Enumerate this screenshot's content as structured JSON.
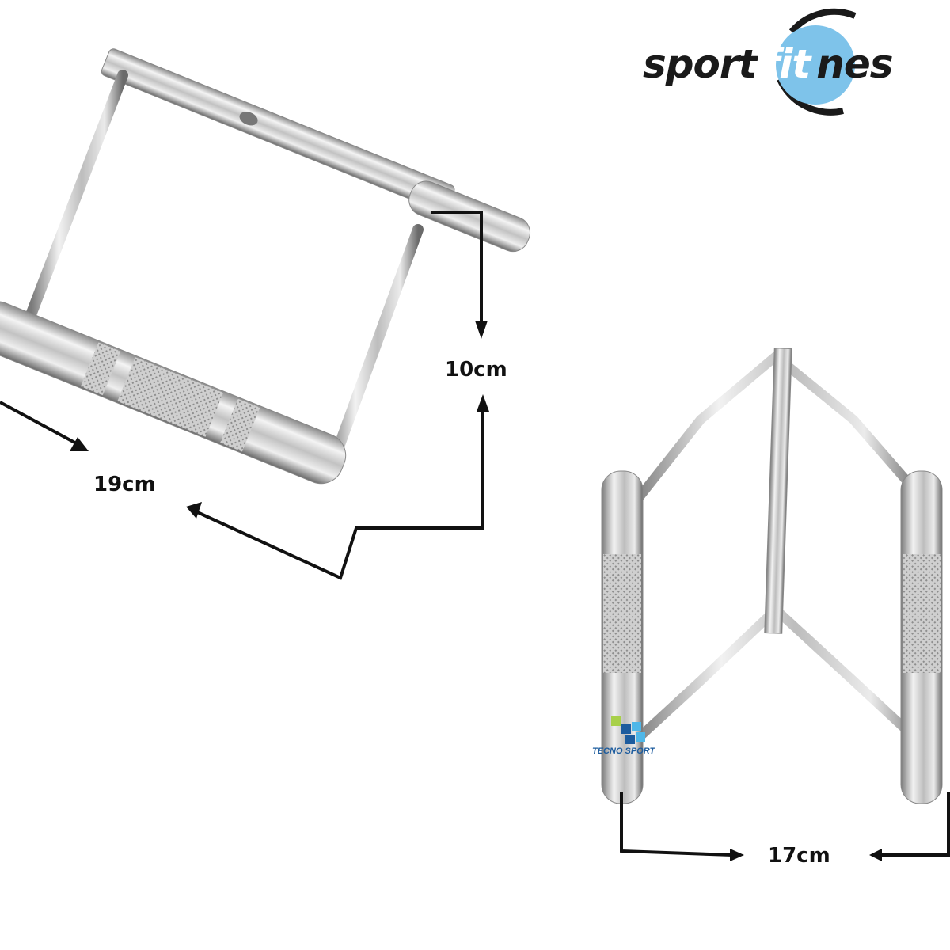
{
  "brand": {
    "logo_left": "sport",
    "logo_middle": "fit",
    "logo_right": "nes",
    "circle_color": "#7ec3ea",
    "watermark": "TECNO SPORT"
  },
  "products": [
    {
      "name": "row-handle",
      "dimensions": {
        "length": "19cm",
        "height": "10cm"
      }
    },
    {
      "name": "v-handle",
      "dimensions": {
        "width": "17cm"
      }
    }
  ],
  "labels": {
    "height": "10cm",
    "length": "19cm",
    "width": "17cm"
  },
  "colors": {
    "chrome_light": "#e6e6e6",
    "chrome_mid": "#b5b5b5",
    "chrome_dark": "#6e6e6e",
    "annotation": "#111111"
  }
}
